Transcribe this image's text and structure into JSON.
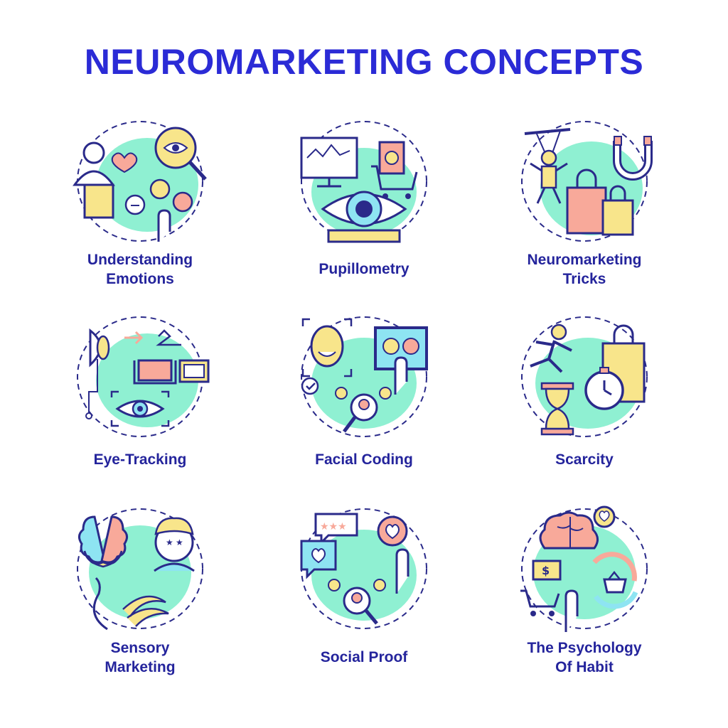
{
  "title": "NEUROMARKETING CONCEPTS",
  "colors": {
    "title": "#2b2bd6",
    "label": "#24249c",
    "outline": "#2a2a8a",
    "mint": "#8ff0d2",
    "yellow": "#f8e58b",
    "salmon": "#f8a99a",
    "sky": "#8ee4f2"
  },
  "concepts": [
    {
      "lines": [
        "Understanding",
        "Emotions"
      ],
      "icon": "emotions-icon"
    },
    {
      "lines": [
        "Pupillometry"
      ],
      "icon": "pupillometry-icon"
    },
    {
      "lines": [
        "Neuromarketing",
        "Tricks"
      ],
      "icon": "tricks-icon"
    },
    {
      "lines": [
        "Eye-Tracking"
      ],
      "icon": "eye-tracking-icon"
    },
    {
      "lines": [
        "Facial Coding"
      ],
      "icon": "facial-coding-icon"
    },
    {
      "lines": [
        "Scarcity"
      ],
      "icon": "scarcity-icon"
    },
    {
      "lines": [
        "Sensory",
        "Marketing"
      ],
      "icon": "sensory-icon"
    },
    {
      "lines": [
        "Social Proof"
      ],
      "icon": "social-proof-icon"
    },
    {
      "lines": [
        "The Psychology",
        "Of Habit"
      ],
      "icon": "habit-icon"
    }
  ]
}
